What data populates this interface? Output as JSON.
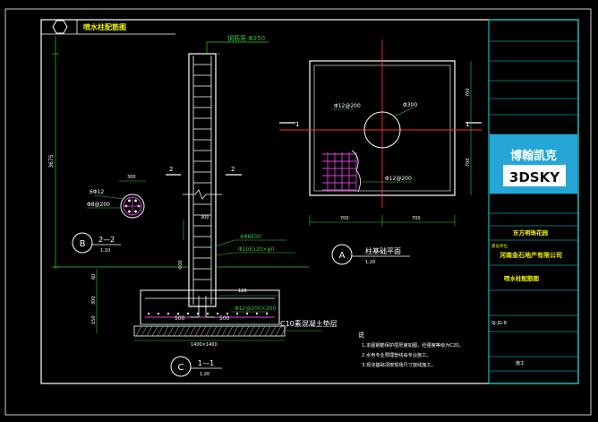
{
  "header": {
    "hex_label": "",
    "title": "喷水柱配筋图"
  },
  "column_elevation": {
    "top_spec": "钢筋笼 Φ250",
    "dim_total": "3675",
    "dim_mid": "300",
    "dim_mid2": "600",
    "section_mark_left": "2",
    "section_mark_right": "2",
    "rebar_label": "4Φ8E00",
    "tie_label": "Φ10E120×φ0",
    "base_spec": "Φ12@200×200",
    "dim_base_left": "500",
    "dim_base_right": "500",
    "dim_footing": "1400×1400",
    "dim_foot_side_1": "60",
    "dim_foot_side_2": "300",
    "dim_foot_side_3": "150",
    "dim_side_pad": "120",
    "c10_label": "C10素混凝土垫层"
  },
  "detail_B": {
    "tag": "B",
    "title": "2—2",
    "scale": "1:10",
    "dim_top": "300",
    "label1": "6Φ12",
    "label2": "Φ8@200"
  },
  "detail_C": {
    "tag": "C",
    "title": "1—1",
    "scale": "1:20"
  },
  "plan_A": {
    "tag": "A",
    "title": "柱基础平面",
    "scale": "1:20",
    "hole_label": "Φ300",
    "mesh_label1": "Φ12@200",
    "mesh_label2": "Φ12@200",
    "section_mark_left": "1",
    "section_mark_right": "1",
    "dim_bottom_left": "700",
    "dim_bottom_right": "700",
    "dim_right_top": "700",
    "dim_right_bottom": "700"
  },
  "notes": {
    "heading": "说",
    "lines": [
      "1.本图钢筋保护层厚度如图，砼强度等级为C20。",
      "2.水电专业预埋管线由专业施工。",
      "3.现浇基础须按现场尺寸放线施工。"
    ]
  },
  "title_block": {
    "company_text": "博翰凯克",
    "logo_text": "3DSKY",
    "project_name": "东方明珠花园",
    "label_small": "建设单位",
    "developer": "河南金石地产有限公司",
    "drawing_name": "喷水柱配筋图",
    "drawing_no": "SJ-JG-8",
    "sheet_label": "施工",
    "bottom_text": ""
  },
  "colors": {
    "background": "#000000",
    "frame": "#ffffff",
    "dimension": "#3cc43c",
    "centerline": "#ff2d2d",
    "text_yellow": "#f2f200",
    "text_green": "#46d246",
    "magenta": "#e040e0",
    "title_block": "#00e6e6",
    "title_band": "#26a6d6"
  }
}
